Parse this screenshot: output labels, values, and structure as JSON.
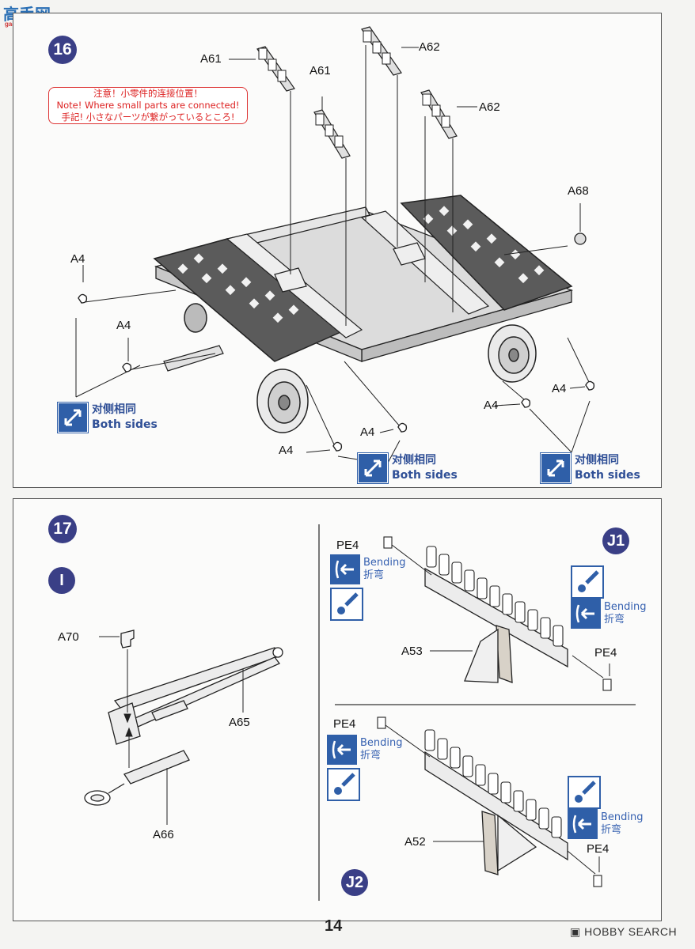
{
  "header": {
    "site_logo_text": "高手网",
    "site_logo_url": "gao-shou.com"
  },
  "step16": {
    "number": "16",
    "note": {
      "line1": "注意！小零件的连接位置！",
      "line2": "Note! Where small parts are connected!",
      "line3": "手記! 小さなパーツが繋がっているところ!"
    },
    "labels": {
      "a61_left": "A61",
      "a61_mid": "A61",
      "a62_top": "A62",
      "a62_right": "A62",
      "a68": "A68",
      "a4_1": "A4",
      "a4_2": "A4",
      "a4_3": "A4",
      "a4_4": "A4",
      "a4_5": "A4",
      "a4_6": "A4"
    },
    "both_sides": {
      "cn": "对侧相同",
      "en": "Both sides"
    }
  },
  "step17": {
    "number": "17",
    "sub_i": "I",
    "sub_j1": "J1",
    "sub_j2": "J2",
    "labels": {
      "a70": "A70",
      "a65": "A65",
      "a66": "A66",
      "pe4_j1_top": "PE4",
      "pe4_j1_bottom": "PE4",
      "a53": "A53",
      "pe4_j2_top": "PE4",
      "pe4_j2_bottom": "PE4",
      "a52": "A52"
    },
    "bending": {
      "en": "Bending",
      "cn": "折弯"
    }
  },
  "page_number": "14",
  "footer": "HOBBY SEARCH",
  "colors": {
    "accent": "#3a3f86",
    "icon_blue": "#2f5fa8",
    "note_red": "#d22222"
  }
}
